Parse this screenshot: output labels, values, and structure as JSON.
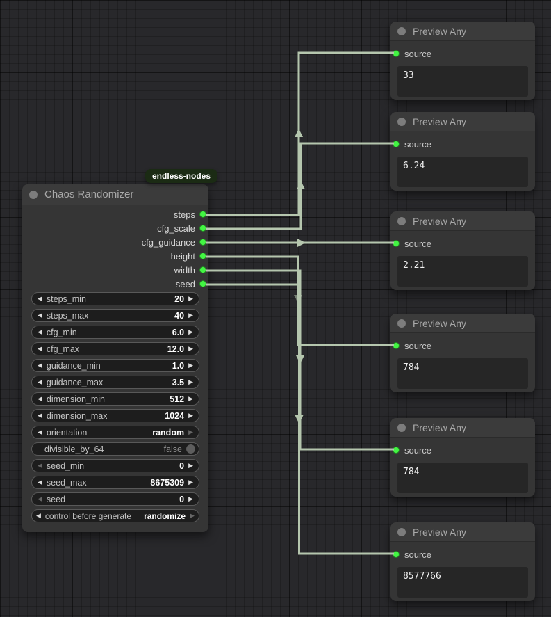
{
  "badge": {
    "label": "endless-nodes"
  },
  "colors": {
    "link": "#b5c6ae",
    "slot_green": "#43f543",
    "badge_bg": "#1b2b14"
  },
  "chaos_node": {
    "title": "Chaos Randomizer",
    "outputs": [
      "steps",
      "cfg_scale",
      "cfg_guidance",
      "height",
      "width",
      "seed"
    ],
    "widgets": [
      {
        "label": "steps_min",
        "value": "20"
      },
      {
        "label": "steps_max",
        "value": "40"
      },
      {
        "label": "cfg_min",
        "value": "6.0"
      },
      {
        "label": "cfg_max",
        "value": "12.0"
      },
      {
        "label": "guidance_min",
        "value": "1.0"
      },
      {
        "label": "guidance_max",
        "value": "3.5"
      },
      {
        "label": "dimension_min",
        "value": "512"
      },
      {
        "label": "dimension_max",
        "value": "1024"
      },
      {
        "label": "orientation",
        "value": "random"
      },
      {
        "label": "divisible_by_64",
        "value": "false"
      },
      {
        "label": "seed_min",
        "value": "0"
      },
      {
        "label": "seed_max",
        "value": "8675309"
      },
      {
        "label": "seed",
        "value": "0"
      },
      {
        "label": "control before generate",
        "value": "randomize"
      }
    ]
  },
  "previews": [
    {
      "title": "Preview Any",
      "input_label": "source",
      "value": "33"
    },
    {
      "title": "Preview Any",
      "input_label": "source",
      "value": "6.24"
    },
    {
      "title": "Preview Any",
      "input_label": "source",
      "value": "2.21"
    },
    {
      "title": "Preview Any",
      "input_label": "source",
      "value": "784"
    },
    {
      "title": "Preview Any",
      "input_label": "source",
      "value": "784"
    },
    {
      "title": "Preview Any",
      "input_label": "source",
      "value": "8577766"
    }
  ],
  "links": [
    {
      "from": "steps",
      "to": "preview-1"
    },
    {
      "from": "cfg_scale",
      "to": "preview-2"
    },
    {
      "from": "cfg_guidance",
      "to": "preview-3"
    },
    {
      "from": "height",
      "to": "preview-4"
    },
    {
      "from": "width",
      "to": "preview-5"
    },
    {
      "from": "seed",
      "to": "preview-6"
    }
  ]
}
